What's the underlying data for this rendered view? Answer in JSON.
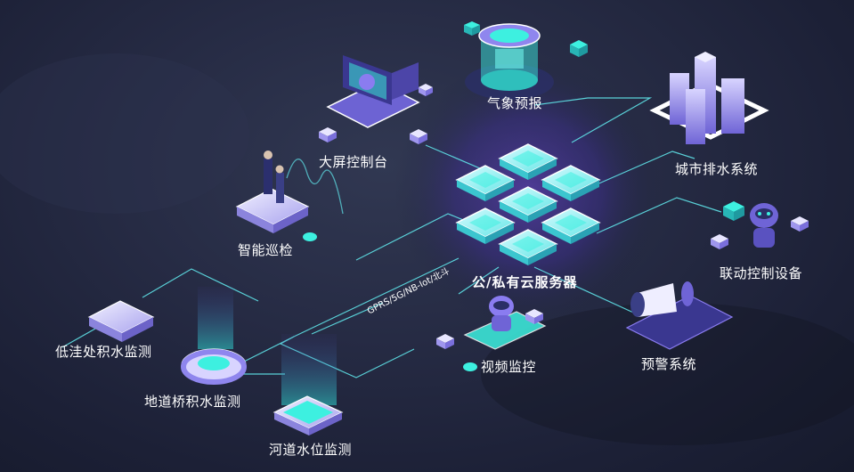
{
  "diagram": {
    "center_label": "公/私有云服务器",
    "protocol_label": "GPRS/5G/NB-Iot/北斗",
    "nodes": {
      "weather": "气象预报",
      "big_screen": "大屏控制台",
      "drainage": "城市排水系统",
      "patrol": "智能巡检",
      "linkage": "联动控制设备",
      "video": "视频监控",
      "warning": "预警系统",
      "lowland": "低洼处积水监测",
      "underpass": "地道桥积水监测",
      "river": "河道水位监测"
    }
  },
  "colors": {
    "line": "#5fe3e8",
    "accent": "#3df0e0",
    "purple": "#8a7cf0",
    "background": "#1f243b"
  }
}
